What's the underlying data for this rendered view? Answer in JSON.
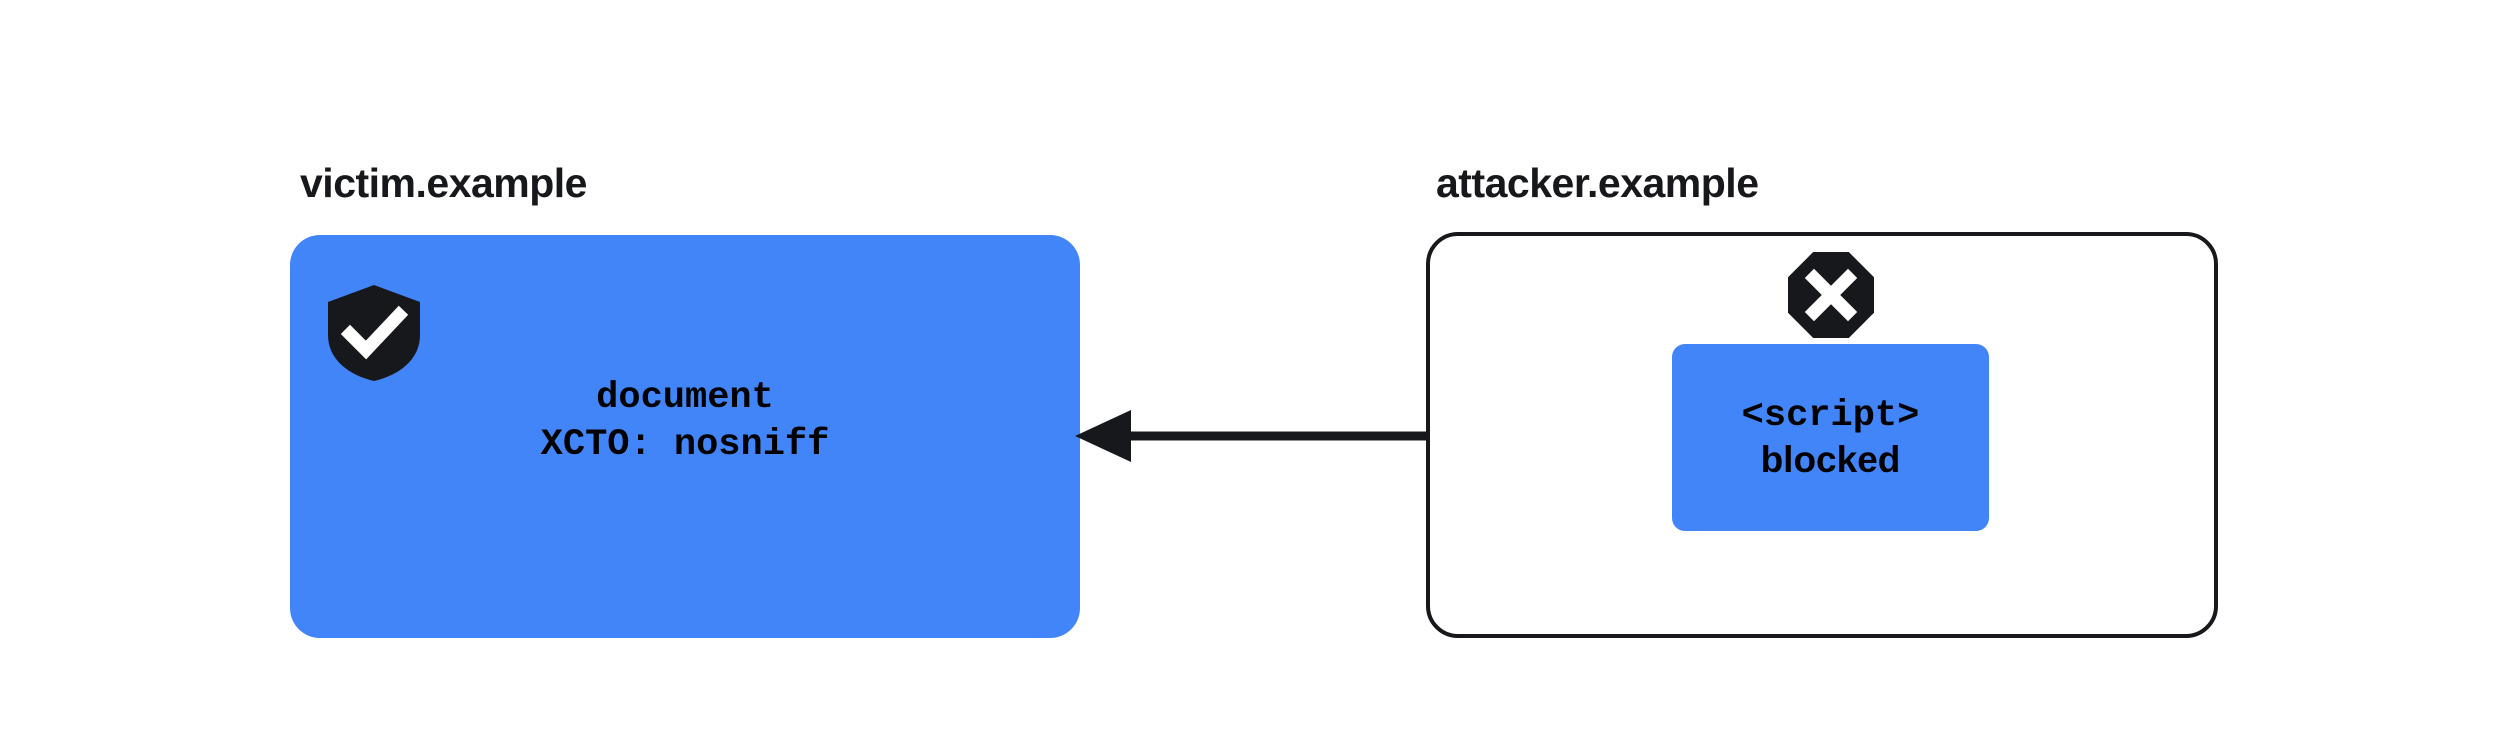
{
  "canvas": {
    "background_color": "#ffffff",
    "accent_blue": "#4285f8",
    "ink_color": "#17181c"
  },
  "victim": {
    "origin_label": "victim.example",
    "icon": "shield-check-icon",
    "lines": {
      "resource": "document",
      "header": "XCTO: nosniff"
    }
  },
  "attacker": {
    "origin_label": "attacker.example",
    "icon": "octagon-x-icon",
    "script_chip": {
      "tag": "<script>",
      "status": "blocked"
    }
  },
  "arrow": {
    "name": "blocked-request-arrow",
    "direction": "right-to-left",
    "from": "attacker.example <script>",
    "to": "victim.example document"
  }
}
